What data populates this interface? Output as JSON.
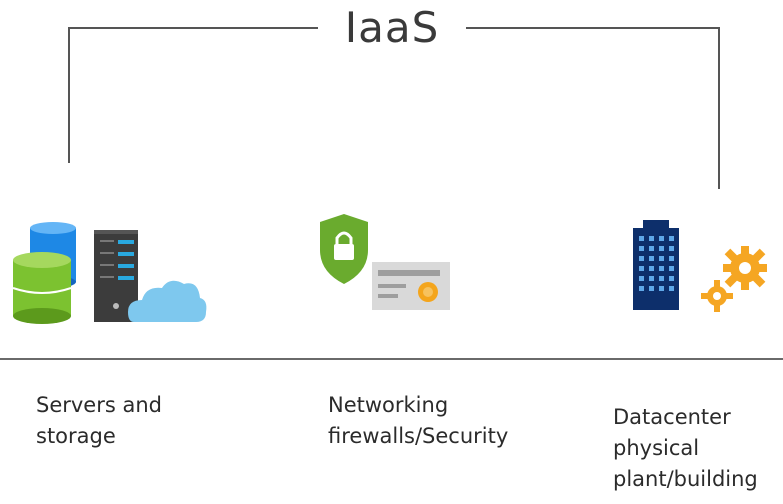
{
  "diagram": {
    "title": "IaaS",
    "columns": [
      {
        "id": "servers",
        "label_lines": [
          "Servers and",
          "storage"
        ],
        "icons": [
          "database-icon",
          "server-rack-icon",
          "cloud-icon"
        ]
      },
      {
        "id": "networking",
        "label_lines": [
          "Networking",
          "firewalls/Security"
        ],
        "icons": [
          "security-shield-icon",
          "certificate-icon"
        ]
      },
      {
        "id": "datacenter",
        "label_lines": [
          "Datacenter",
          "physical",
          "plant/building"
        ],
        "icons": [
          "building-icon",
          "gears-icon"
        ]
      }
    ]
  },
  "colors": {
    "bracket": "#555555",
    "db_blue": "#1e88e5",
    "db_green": "#7cc230",
    "rack_dark": "#3c3c3c",
    "rack_accent": "#29a9e0",
    "cloud": "#7ec8ee",
    "shield_green": "#6aab2e",
    "cert_gray": "#d9d9d9",
    "cert_orange": "#f4a51c",
    "building_navy": "#0d2f6b",
    "gear_orange": "#f5a623"
  }
}
